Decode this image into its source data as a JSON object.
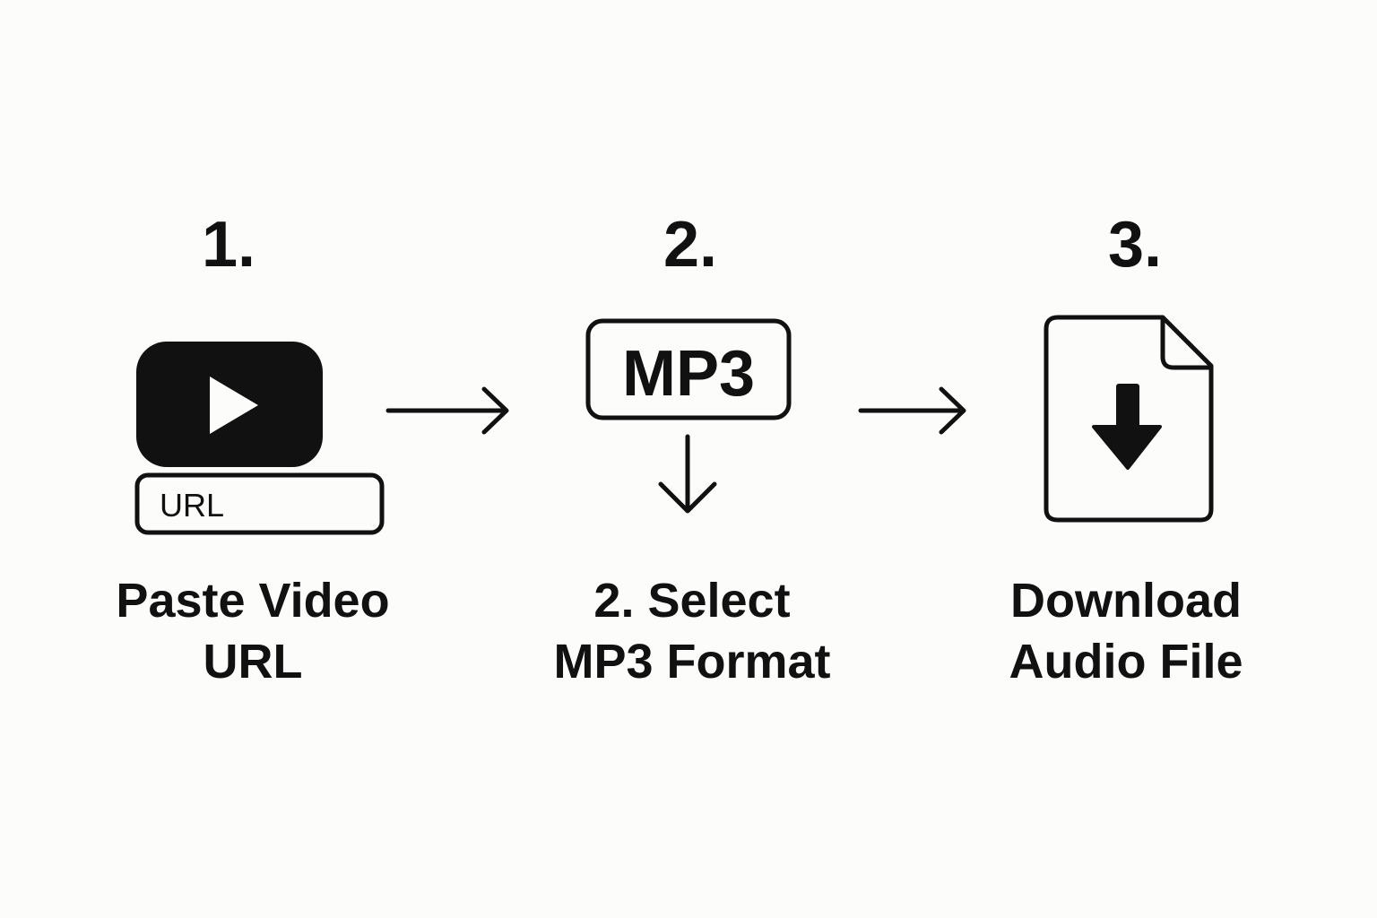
{
  "steps": [
    {
      "number": "1.",
      "caption": "Paste Video\nURL",
      "icon": "video-play-icon",
      "field_label": "URL"
    },
    {
      "number": "2.",
      "caption": "2. Select\nMP3 Format",
      "icon": "mp3-format-icon",
      "format_label": "MP3"
    },
    {
      "number": "3.",
      "caption": "Download\nAudio File",
      "icon": "file-download-icon"
    }
  ],
  "colors": {
    "ink": "#111111",
    "background": "#fcfcfa"
  }
}
